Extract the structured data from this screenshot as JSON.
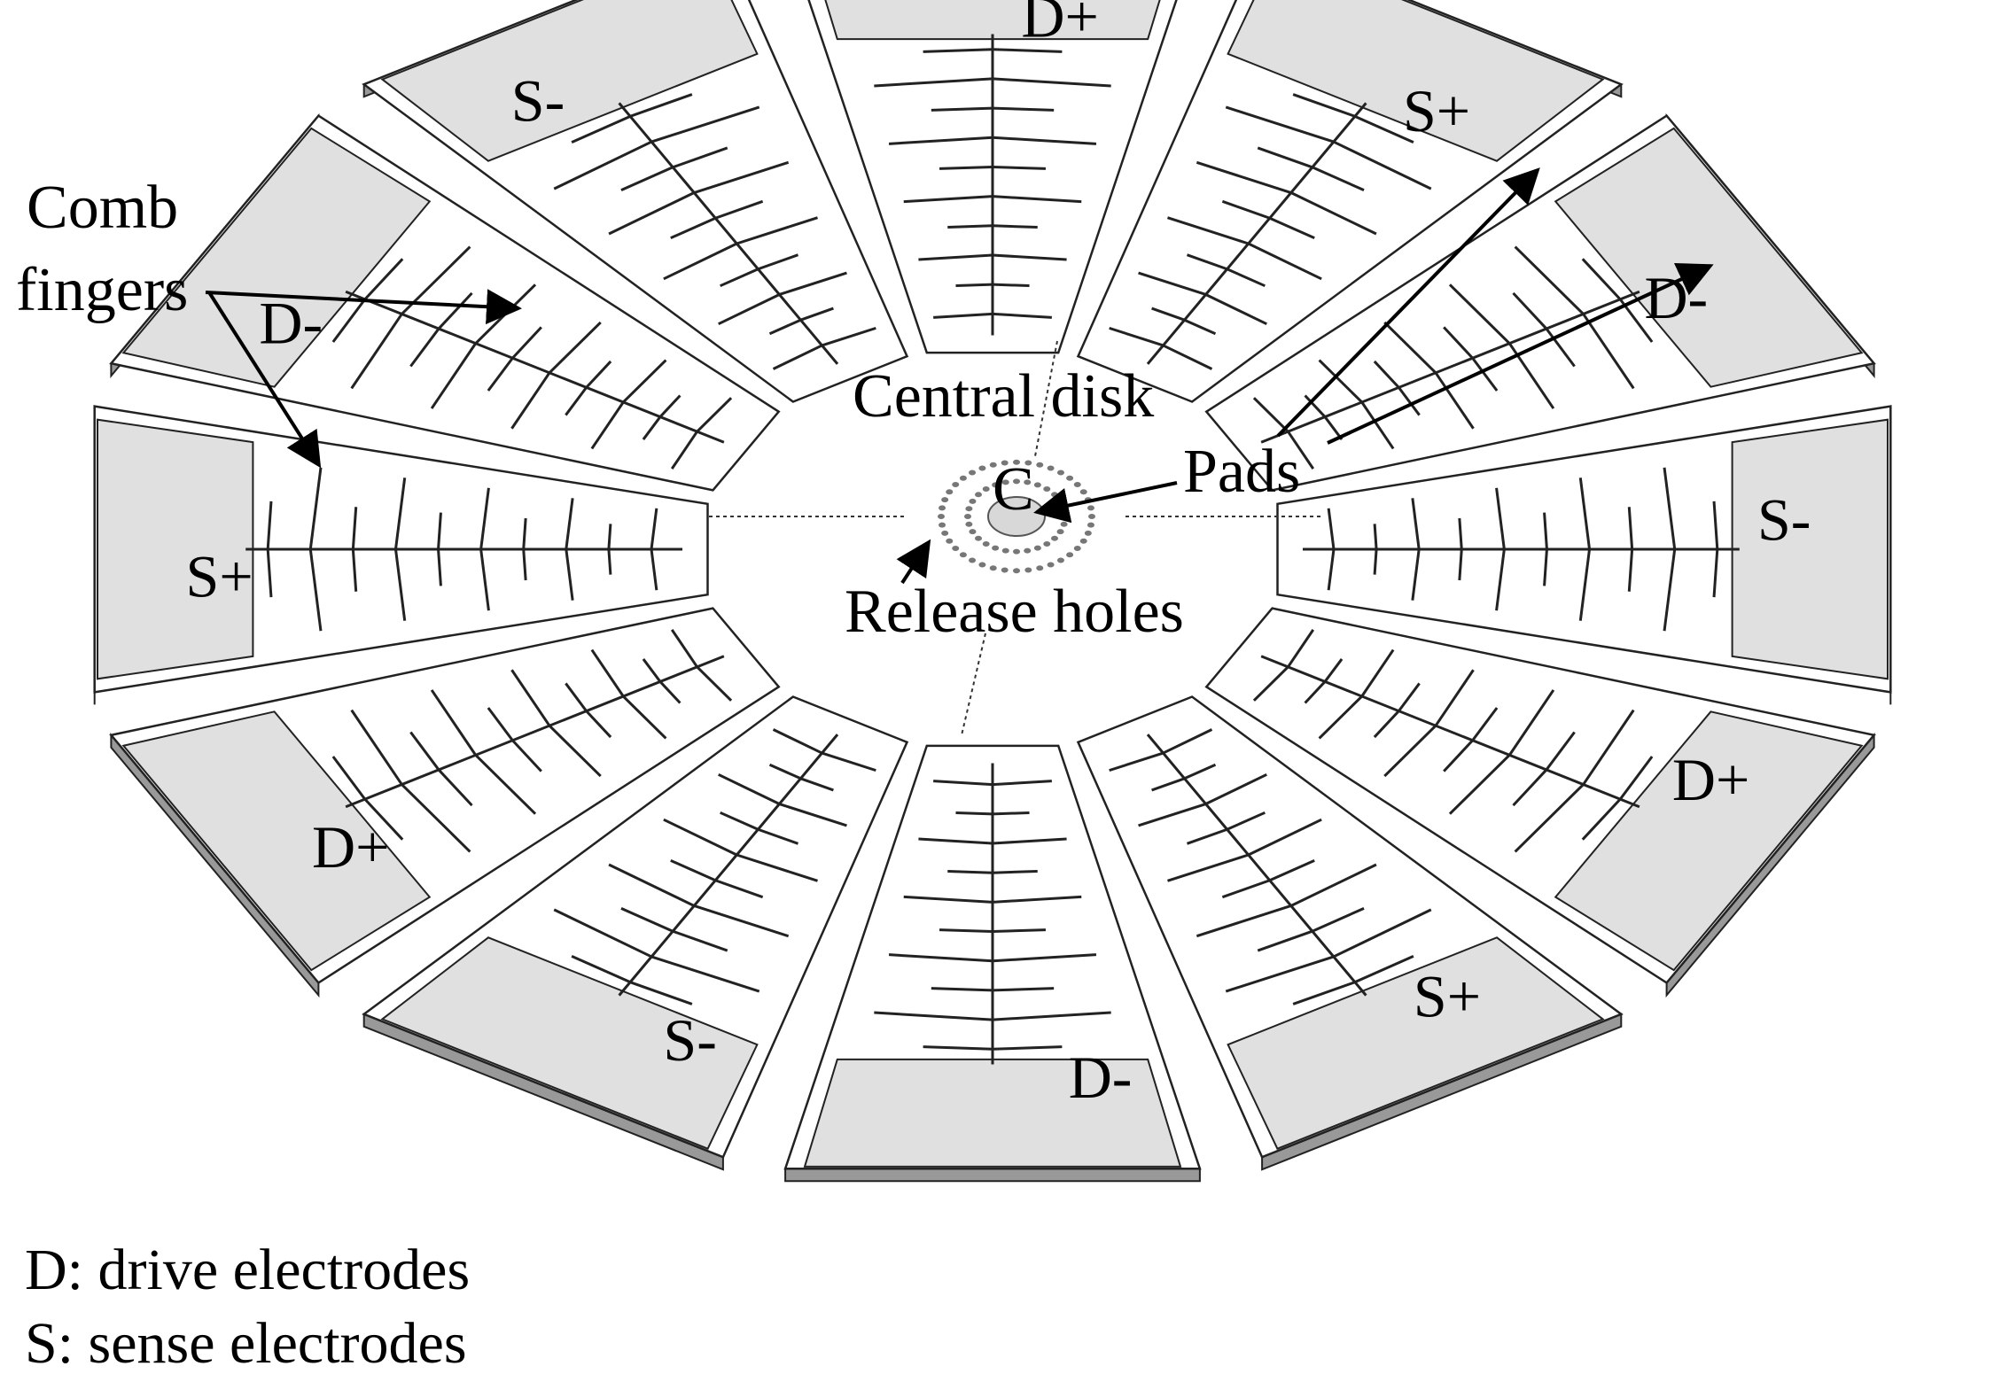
{
  "electrodes": [
    {
      "label": "D+",
      "type": "drive"
    },
    {
      "label": "S+",
      "type": "sense"
    },
    {
      "label": "D-",
      "type": "drive"
    },
    {
      "label": "S-",
      "type": "sense"
    },
    {
      "label": "D+",
      "type": "drive"
    },
    {
      "label": "S+",
      "type": "sense"
    },
    {
      "label": "D-",
      "type": "drive"
    },
    {
      "label": "S-",
      "type": "sense"
    },
    {
      "label": "D+",
      "type": "drive"
    },
    {
      "label": "S+",
      "type": "sense"
    },
    {
      "label": "D-",
      "type": "drive"
    },
    {
      "label": "S-",
      "type": "sense"
    }
  ],
  "annotations": {
    "comb_line1": "Comb",
    "comb_line2": "fingers",
    "central_disk": "Central disk",
    "pads": "Pads",
    "center": "C",
    "release_holes": "Release holes"
  },
  "legend": {
    "drive": "D: drive electrodes",
    "sense": "S: sense electrodes"
  },
  "colors": {
    "pad": "#e0e0e0",
    "edge": "#999999",
    "outline": "#222222",
    "surface": "#ffffff"
  }
}
